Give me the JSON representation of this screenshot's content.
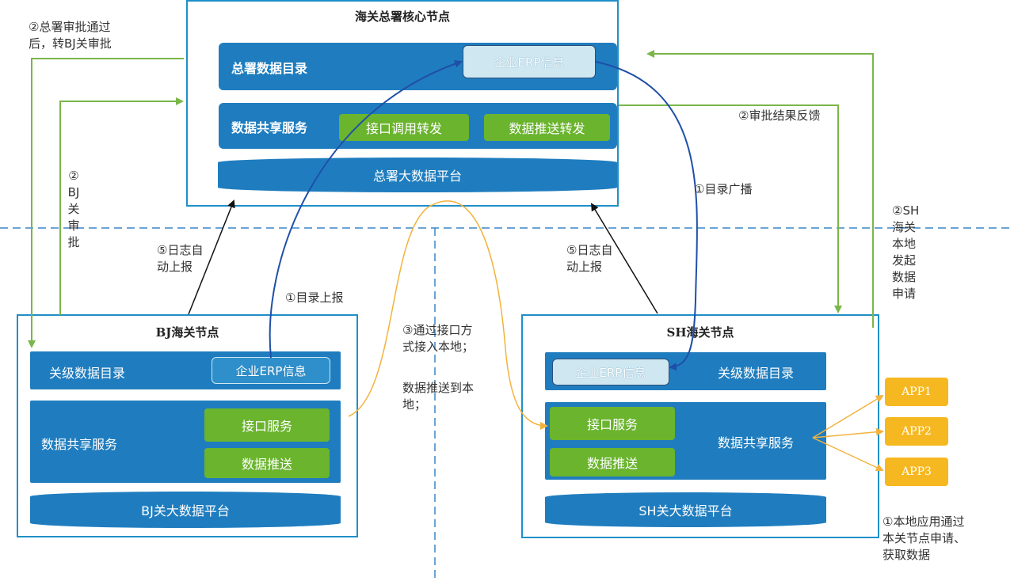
{
  "hq": {
    "title": "海关总署核心节点",
    "catalog_label": "总署数据目录",
    "erp_label": "企业ERP信息",
    "share_label": "数据共享服务",
    "api_forward": "接口调用转发",
    "push_forward": "数据推送转发",
    "platform": "总署大数据平台"
  },
  "bj": {
    "title": "BJ海关节点",
    "catalog_label": "关级数据目录",
    "erp_label": "企业ERP信息",
    "share_label": "数据共享服务",
    "api_service": "接口服务",
    "push_service": "数据推送",
    "platform": "BJ关大数据平台"
  },
  "sh": {
    "title": "SH海关节点",
    "catalog_label": "关级数据目录",
    "erp_label": "企业ERP信息",
    "share_label": "数据共享服务",
    "api_service": "接口服务",
    "push_service": "数据推送",
    "platform": "SH关大数据平台"
  },
  "apps": [
    "APP1",
    "APP2",
    "APP3"
  ],
  "notes": {
    "hq_approve": "②总署审批通过\n后，转BJ关审批",
    "bj_approve": "②\nBJ\n关\n审\n批",
    "approve_feedback": "②审批结果反馈",
    "catalog_broadcast": "①目录广播",
    "sh_request": "②SH\n海关\n本地\n发起\n数据\n申请",
    "log_left": "⑤日志自\n动上报",
    "log_right": "⑤日志自\n动上报",
    "catalog_report": "①目录上报",
    "interface_access": "③通过接口方\n式接入本地；",
    "push_local": "数据推送到本\n地；",
    "local_app": "①本地应用通过\n本关节点申请、\n获取数据"
  },
  "colors": {
    "node_border": "#1f8fc7",
    "bar": "#1f7dbf",
    "green": "#6ab42e",
    "app": "#f6b820",
    "arrow_green": "#7ab648",
    "arrow_blue": "#1f4fa8",
    "arrow_orange": "#f2b33d",
    "divider": "#3a86c8"
  }
}
